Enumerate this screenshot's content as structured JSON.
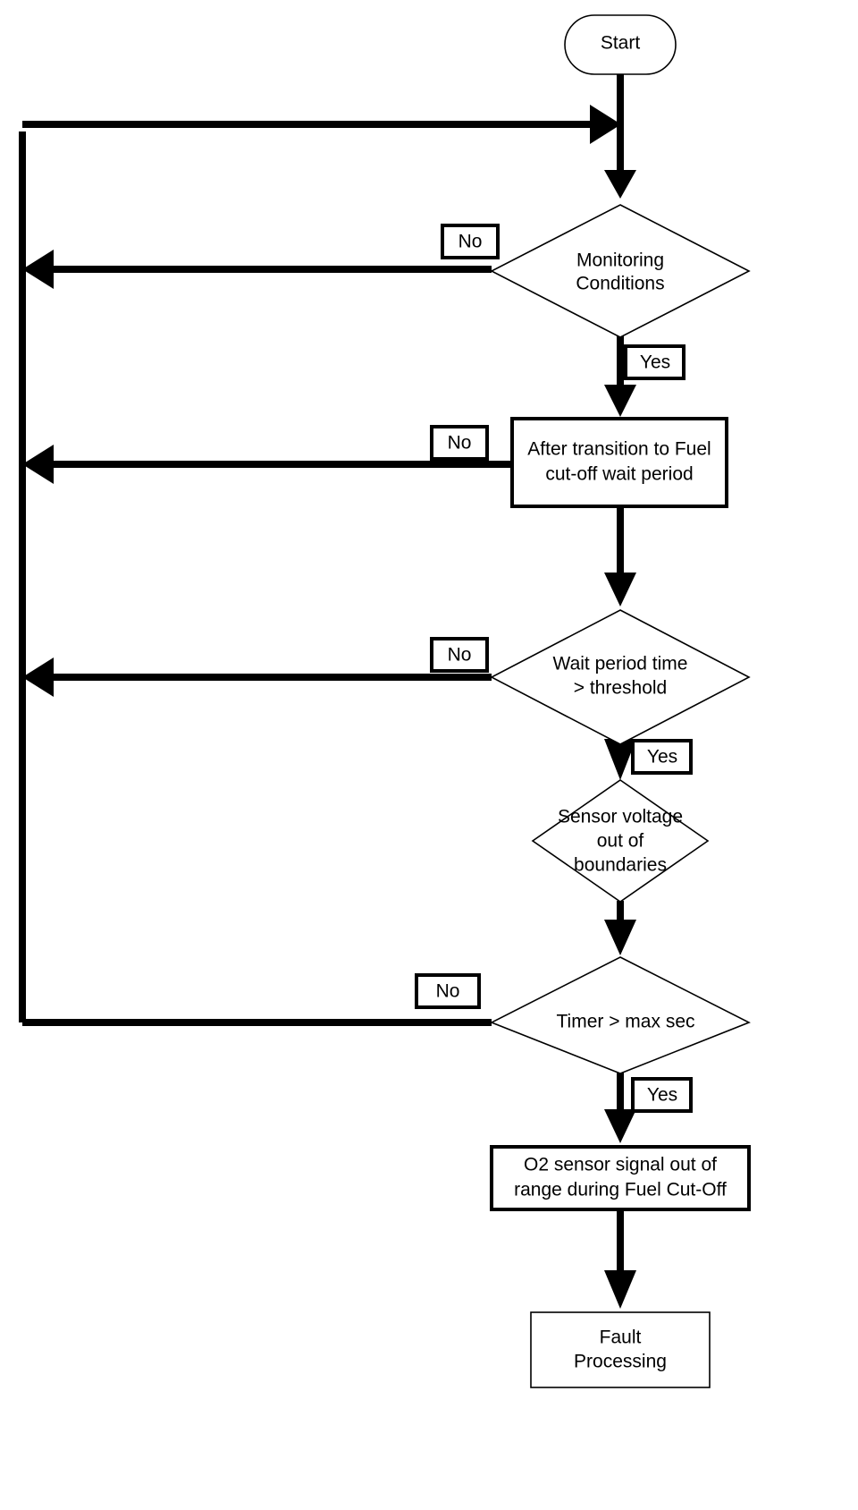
{
  "diagram": {
    "title": "O2 Sensor Fuel Cut-Off Monitoring Flowchart",
    "type": "flowchart",
    "background": "#ffffff",
    "line_color": "#000000",
    "nodes": [
      {
        "id": "start",
        "kind": "terminator",
        "label": "Start"
      },
      {
        "id": "monitoring",
        "kind": "decision",
        "line1": "Monitoring",
        "line2": "Conditions"
      },
      {
        "id": "wait_process",
        "kind": "process",
        "line1": "After transition to Fuel",
        "line2": "cut-off wait period"
      },
      {
        "id": "wait_time",
        "kind": "decision",
        "line1": "Wait period time",
        "line2": "> threshold"
      },
      {
        "id": "sensor_volt",
        "kind": "decision",
        "line1": "Sensor voltage",
        "line2": "out of",
        "line3": "boundaries"
      },
      {
        "id": "timer",
        "kind": "decision",
        "line1": "Timer > max sec"
      },
      {
        "id": "o2_signal",
        "kind": "process",
        "line1": "O2 sensor signal out of",
        "line2": "range during Fuel Cut-Off"
      },
      {
        "id": "fault",
        "kind": "process",
        "line1": "Fault",
        "line2": "Processing"
      }
    ],
    "edge_labels": {
      "monitoring_no": "No",
      "monitoring_yes": "Yes",
      "wait_process_no": "No",
      "wait_time_no": "No",
      "wait_time_yes": "Yes",
      "timer_no": "No",
      "timer_yes": "Yes"
    }
  }
}
